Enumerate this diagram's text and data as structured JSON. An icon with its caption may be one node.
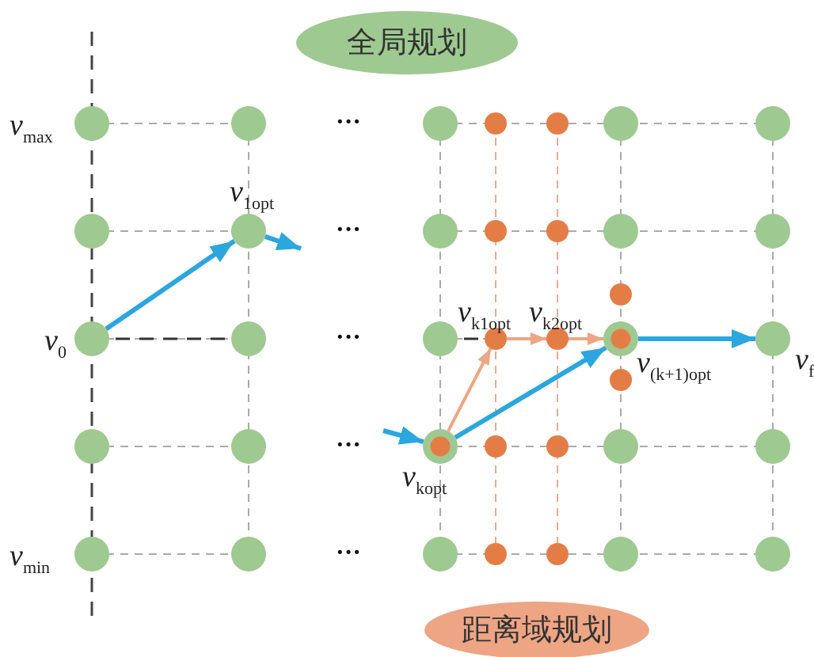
{
  "diagram": {
    "nodes": [
      {
        "text": [
          "全局规划"
        ]
      },
      {
        "text": [],
        "shape": "circle",
        "beside": [
          "*v*$_{max}$"
        ]
      },
      {
        "text": [],
        "shape": "circle"
      },
      {
        "text": [],
        "shape": "circle"
      },
      {
        "text": [],
        "shape": "circle"
      },
      {
        "text": [],
        "shape": "circle"
      },
      {
        "text": [],
        "shape": "circle"
      },
      {
        "text": [],
        "shape": "circle"
      },
      {
        "text": [],
        "shape": "circle"
      },
      {
        "text": [],
        "shape": "circle",
        "beside": [
          "*v*$_{1opt}$"
        ]
      },
      {
        "text": [],
        "shape": "circle"
      },
      {
        "text": [],
        "shape": "circle"
      },
      {
        "text": [],
        "shape": "circle"
      },
      {
        "text": [],
        "shape": "circle"
      },
      {
        "text": [],
        "shape": "circle"
      },
      {
        "text": [],
        "shape": "circle"
      },
      {
        "text": [],
        "shape": "circle",
        "beside": [
          "*v*$_{0}$"
        ]
      },
      {
        "text": [],
        "shape": "circle"
      },
      {
        "text": [],
        "shape": "circle"
      },
      {
        "text": [],
        "shape": "circle",
        "beside": [
          "*v*$_{k1opt}$"
        ]
      },
      {
        "text": [],
        "shape": "circle",
        "beside": [
          "*v*$_{k2opt}$"
        ]
      },
      {
        "text": [],
        "shape": "circle",
        "beside": [
          "*v*$_{(k+1)opt}$"
        ]
      },
      {
        "text": [],
        "shape": "circle",
        "beside": [
          "*v*$_{f}$"
        ]
      },
      {
        "text": [],
        "shape": "circle"
      },
      {
        "text": [],
        "shape": "circle"
      },
      {
        "text": [],
        "shape": "circle"
      },
      {
        "text": [],
        "shape": "circle",
        "beside": [
          "*v*$_{kopt}$"
        ]
      },
      {
        "text": [],
        "shape": "circle"
      },
      {
        "text": [],
        "shape": "circle"
      },
      {
        "text": [],
        "shape": "circle"
      },
      {
        "text": [],
        "shape": "circle"
      },
      {
        "text": [],
        "shape": "circle",
        "beside": [
          "*v*$_{min}$"
        ]
      },
      {
        "text": [],
        "shape": "circle"
      },
      {
        "text": [],
        "shape": "circle"
      },
      {
        "text": [],
        "shape": "circle"
      },
      {
        "text": [],
        "shape": "circle"
      },
      {
        "text": [],
        "shape": "circle"
      },
      {
        "text": [],
        "shape": "circle"
      },
      {
        "text": [
          "距离域规划"
        ]
      }
    ],
    "edges": [
      {
        "from": 16,
        "to": 9,
        "arrow": "to"
      },
      {
        "from": 9,
        "to": null,
        "arrow": "to"
      },
      {
        "from": null,
        "to": 26,
        "arrow": "to"
      },
      {
        "from": 26,
        "to": 21,
        "arrow": "to"
      },
      {
        "from": 21,
        "to": 22,
        "arrow": "to"
      },
      {
        "from": 26,
        "to": 19,
        "arrow": "to",
        "color": "#eda584"
      },
      {
        "from": 19,
        "to": 20,
        "arrow": "to",
        "color": "#eda584"
      },
      {
        "from": 20,
        "to": 21,
        "arrow": "to",
        "color": "#eda584"
      }
    ],
    "labels": [
      "···",
      "···",
      "···",
      "···",
      "···"
    ]
  }
}
